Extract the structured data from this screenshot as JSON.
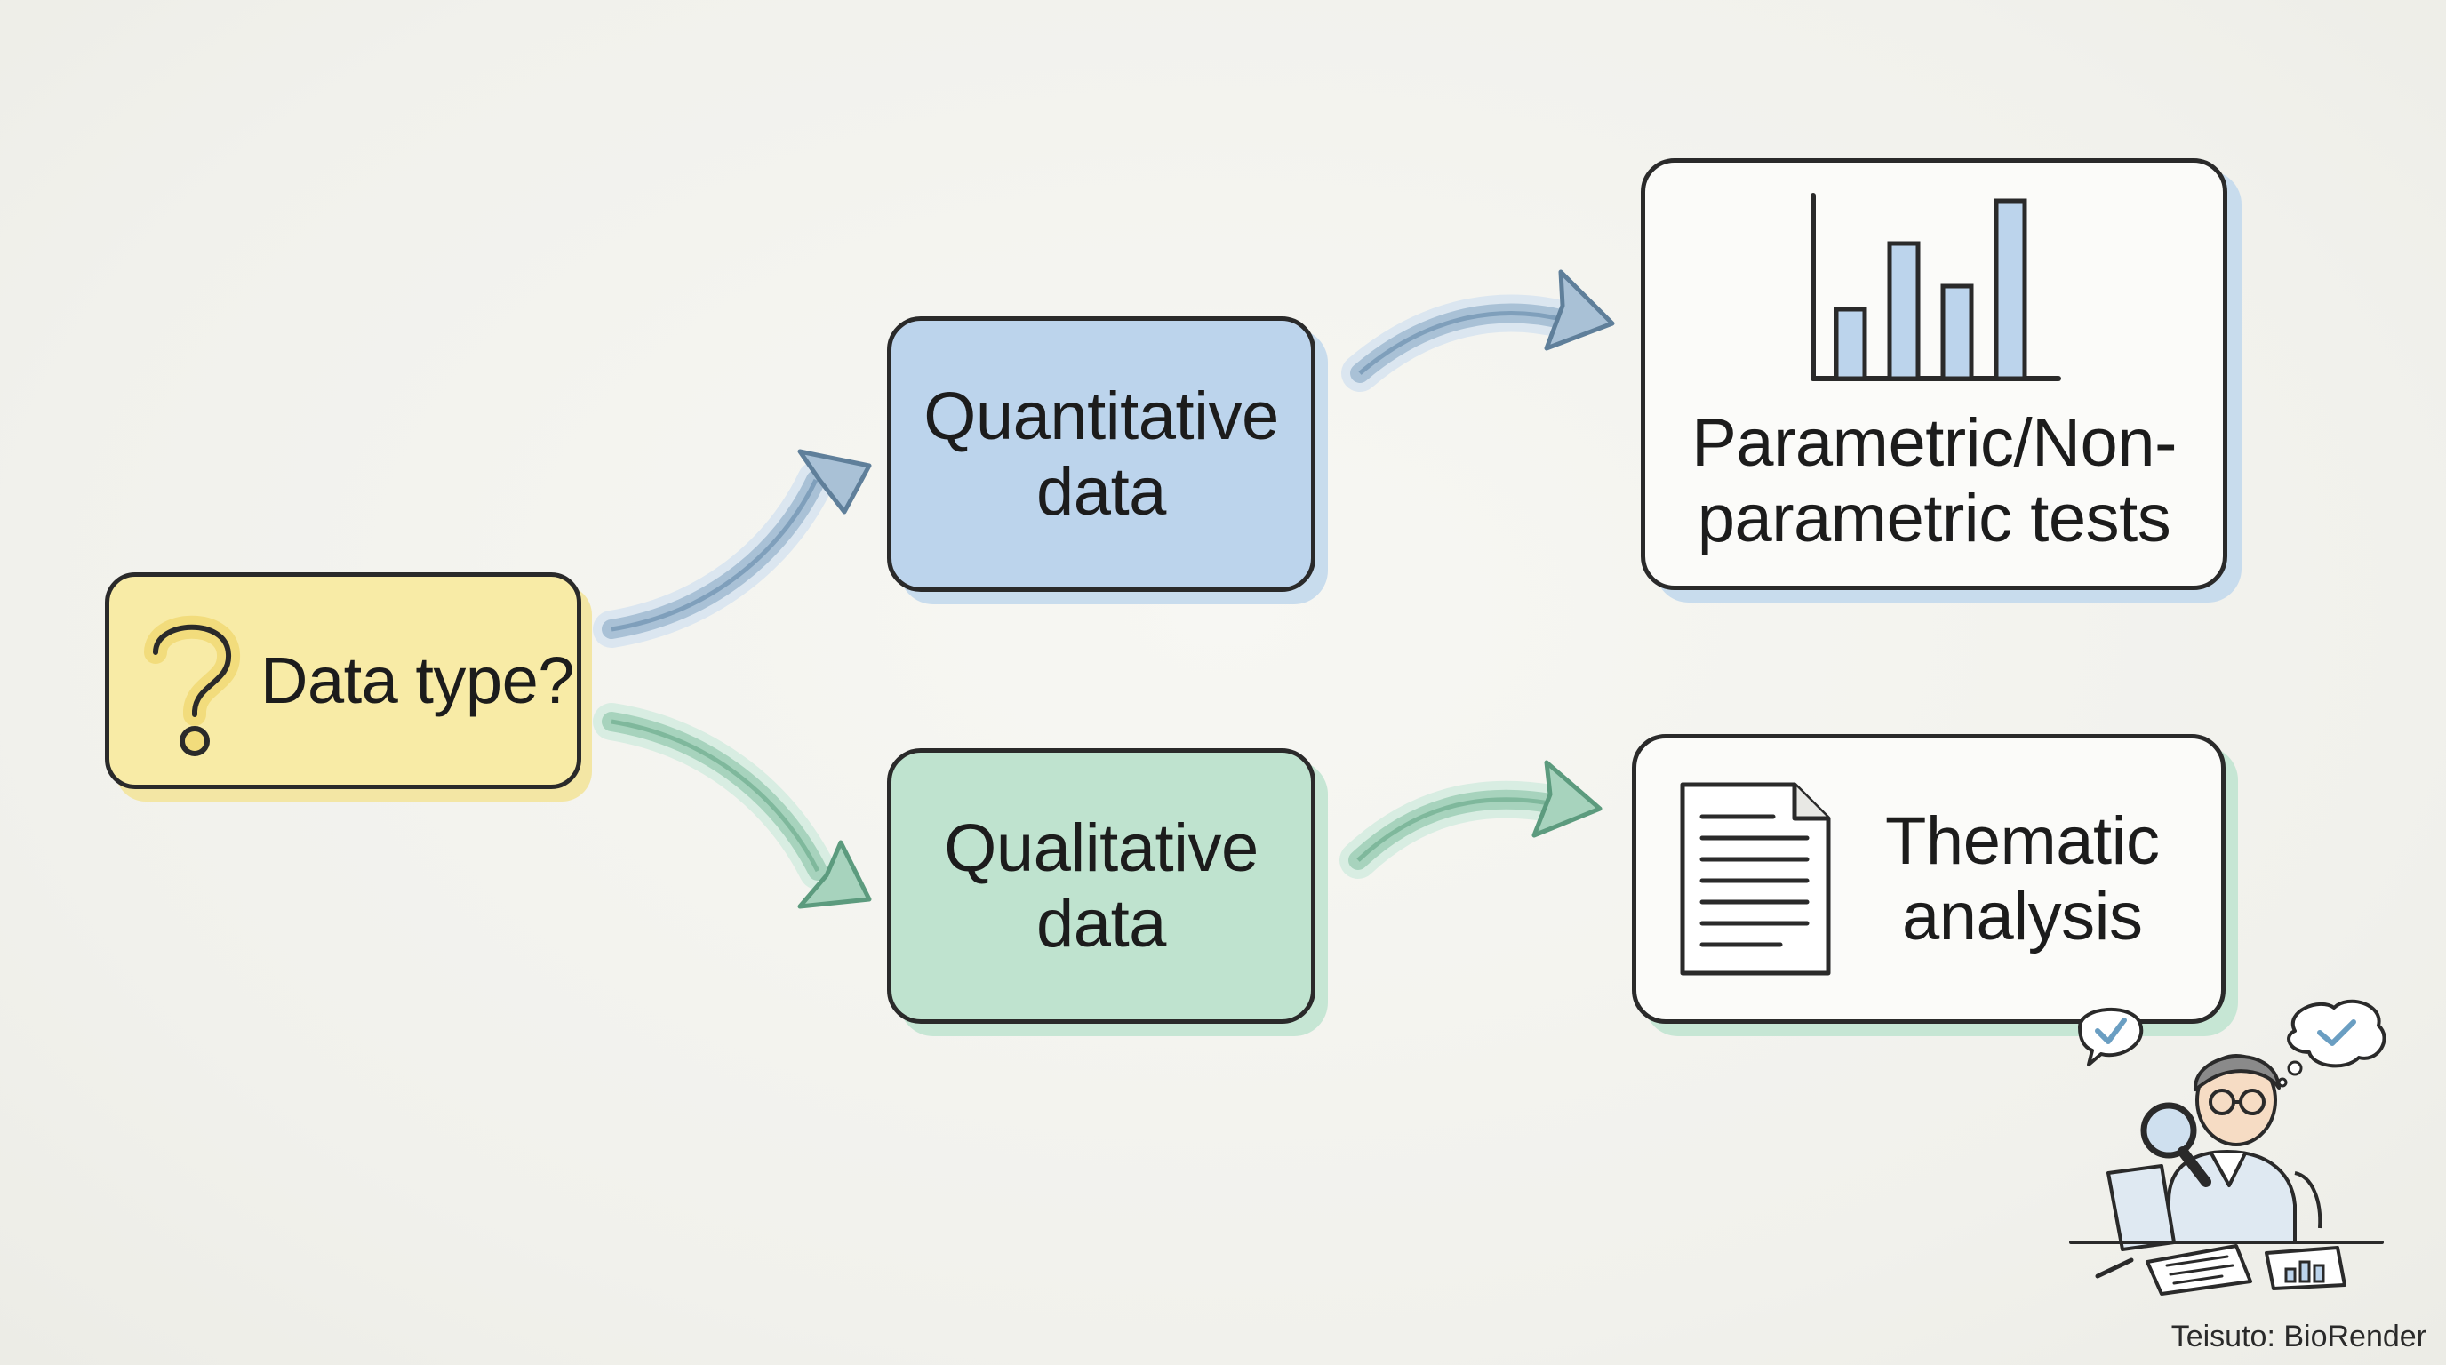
{
  "nodes": {
    "start": {
      "label": "Data type?"
    },
    "quantitative": {
      "label": "Quantitative\ndata"
    },
    "qualitative": {
      "label": "Qualitative\ndata"
    },
    "parametric": {
      "label": "Parametric/Non-\nparametric tests"
    },
    "thematic": {
      "label": "Thematic\nanalysis"
    }
  },
  "credit": "Teisuto: BioRender",
  "icons": {
    "start": "question-mark-icon",
    "parametric": "bar-chart-icon",
    "thematic": "document-icon",
    "illustration": "scientist-magnifier-illustration"
  },
  "colors": {
    "start_fill": "#f8eba6",
    "quantitative_fill": "#bcd4ec",
    "qualitative_fill": "#bfe3cf",
    "result_fill": "#fbfbf9",
    "blue_arrow": "#7f9fbb",
    "green_arrow": "#8cc3a8"
  }
}
